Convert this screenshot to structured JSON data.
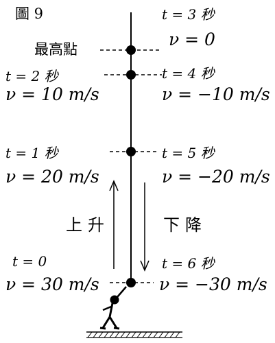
{
  "figure": {
    "label": "圖 9",
    "apex_label": "最高點",
    "up_label": "上升",
    "down_label": "下降"
  },
  "left_labels": [
    {
      "t": "t = 2 秒",
      "v": "ν = 10 m/s"
    },
    {
      "t": "t = 1 秒",
      "v": "ν = 20 m/s"
    },
    {
      "t": "t = 0",
      "v": "ν = 30 m/s"
    }
  ],
  "right_labels": [
    {
      "t": "t = 3 秒",
      "v": "ν = 0"
    },
    {
      "t": "t = 4 秒",
      "v": "ν = −10 m/s"
    },
    {
      "t": "t = 5 秒",
      "v": "ν = −20 m/s"
    },
    {
      "t": "t = 6 秒",
      "v": "ν = −30 m/s"
    }
  ]
}
